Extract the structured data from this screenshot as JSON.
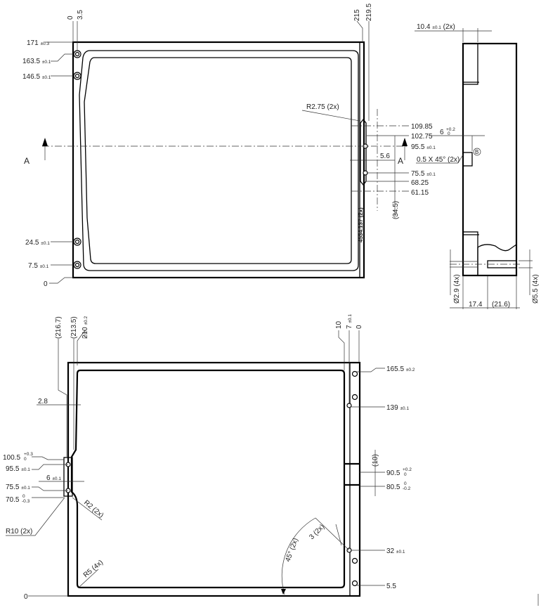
{
  "top_view": {
    "ref_0": "0",
    "ref_3_5": "3.5",
    "y171": {
      "v": "171",
      "tol": "±0.3"
    },
    "y163_5": {
      "v": "163.5",
      "tol": "±0.1"
    },
    "y146_5": {
      "v": "146.5",
      "tol": "±0.1"
    },
    "y24_5": {
      "v": "24.5",
      "tol": "±0.1"
    },
    "y7_5": {
      "v": "7.5",
      "tol": "±0.1"
    },
    "y0": "0",
    "x215": "215",
    "x219_5": "219.5",
    "radius": "R2.75 (2x)",
    "y109_85": "109.85",
    "y102_75": "102.75",
    "y95_5": {
      "v": "95.5",
      "tol": "±0.1"
    },
    "w5_6": "5.6",
    "y75_5": {
      "v": "75.5",
      "tol": "±0.1"
    },
    "y68_25": "68.25",
    "y61_15": "61.15",
    "len34_5": "(34.5)",
    "section_label": "A",
    "engraving": "4534.137 (2x)"
  },
  "side_view": {
    "w10_4": {
      "v": "10.4",
      "tol": "±0.1",
      "suffix": "(2x)"
    },
    "depth6": {
      "v": "6",
      "upper": "+0.2",
      "lower": "0"
    },
    "detail_b": "B",
    "chamfer": "0.5 X 45° (2x)",
    "dia2_9": "Ø2.9 (4x)",
    "dia5_5": "Ø5.5 (4x)",
    "d17_4": "17.4",
    "d21_6": "(21.6)"
  },
  "bottom_view": {
    "x216_7": "(216.7)",
    "x213_5": "(213.5)",
    "x210": {
      "v": "210",
      "tol": "±0.2"
    },
    "w2_8": "2.8",
    "y100_5": {
      "v": "100.5",
      "upper": "+0.3",
      "lower": "0"
    },
    "y95_5": {
      "v": "95.5",
      "tol": "±0.1"
    },
    "w6": {
      "v": "6",
      "tol": "±0.1"
    },
    "y75_5": {
      "v": "75.5",
      "tol": "±0.1"
    },
    "y70_5": {
      "v": "70.5",
      "upper": "0",
      "lower": "-0.3"
    },
    "r2": "R2 (2x)",
    "r10": "R10 (2x)",
    "r5": "R5 (4x)",
    "angle45": "45° (2x)",
    "w3": "3 (2x)",
    "x10": "10",
    "x7": {
      "v": "7",
      "tol": "±0.1"
    },
    "x0": "0",
    "y165_5": {
      "v": "165.5",
      "tol": "±0.2"
    },
    "y139": {
      "v": "139",
      "tol": "±0.1"
    },
    "gap10": "(10)",
    "y90_5": {
      "v": "90.5",
      "upper": "+0.2",
      "lower": "0"
    },
    "y80_5": {
      "v": "80.5",
      "upper": "0",
      "lower": "-0.2"
    },
    "y32": {
      "v": "32",
      "tol": "±0.1"
    },
    "y5_5": "5.5",
    "y0": "0"
  }
}
